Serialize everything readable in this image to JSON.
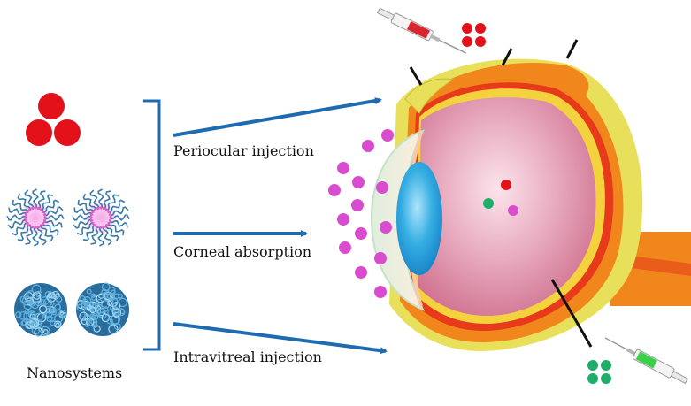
{
  "labels": {
    "periocular": "Periocular injection",
    "corneal": "Corneal absorption",
    "intravitreal": "Intravitreal injection",
    "nanosystems": "Nanosystems"
  },
  "colors": {
    "arrow": "#1f6bb0",
    "nanoparticle_red": "#e3121a",
    "micelle_blue": "#3b79a8",
    "micelle_core": "#f5b7e6",
    "dendrimer": "#2c72a8",
    "drop_magenta": "#d94ccf",
    "drop_green": "#1fae6a",
    "outer_yellow": "#e8e05a",
    "sclera_orange": "#f0861c",
    "choroid_red": "#e63a1a",
    "vitreous_pink": "#e196ad",
    "lens_blue": "#34a9df",
    "syringe_red": "#d8262e",
    "syringe_green": "#3ccf4a"
  },
  "icons": [
    "nanoparticle-cluster-icon",
    "micelle-icon",
    "dendrimer-icon",
    "syringe-icon",
    "eye-icon",
    "drug-drop-icon"
  ]
}
